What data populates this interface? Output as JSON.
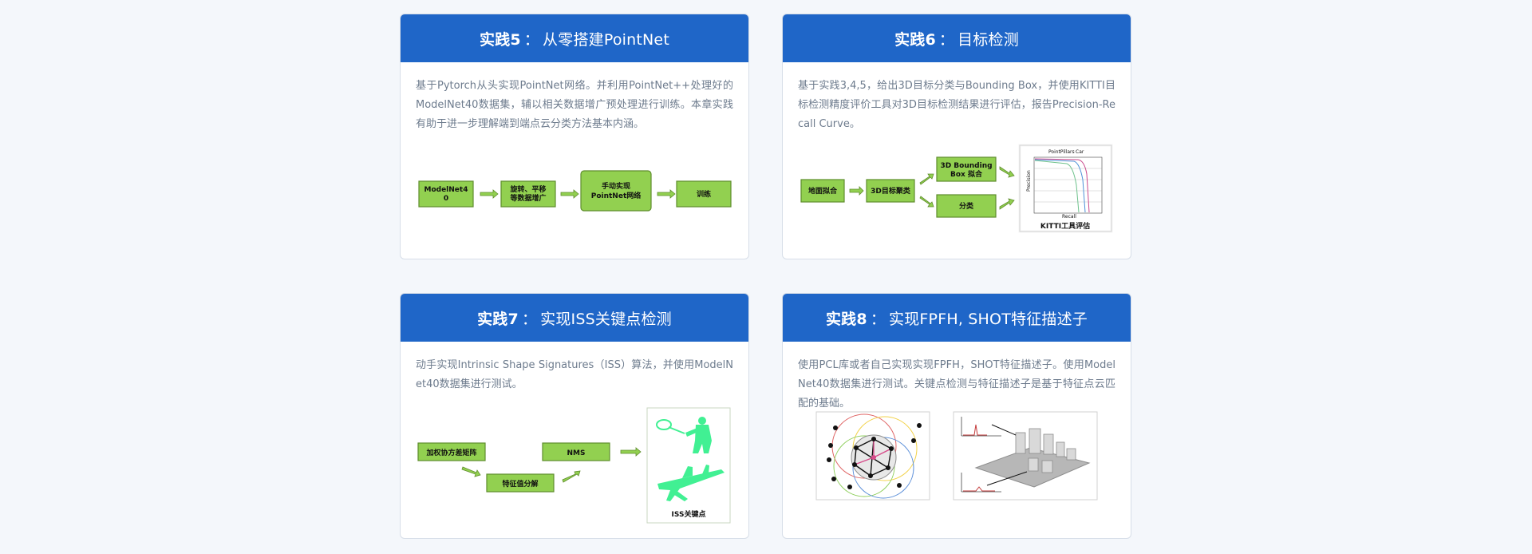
{
  "cards": [
    {
      "tag": "实践5",
      "sep": "：",
      "title": "从零搭建PointNet",
      "desc": "基于Pytorch从头实现PointNet网络。并利用PointNet++处理好的ModelNet40数据集，辅以相关数据增广预处理进行训练。本章实践有助于进一步理解端到端点云分类方法基本内涵。",
      "diagram": {
        "boxes": [
          "ModelNet4",
          "0",
          "旋转、平移",
          "等数据增广",
          "手动实现",
          "PointNet网络",
          "训练"
        ]
      }
    },
    {
      "tag": "实践6",
      "sep": "：",
      "title": "目标检测",
      "desc": "基于实践3,4,5，给出3D目标分类与Bounding Box，并使用KITTI目标检测精度评价工具对3D目标检测结果进行评估，报告Precision-Recall Curve。",
      "diagram": {
        "boxes": [
          "地面拟合",
          "3D目标聚类",
          "3D Bounding",
          "Box 拟合",
          "分类"
        ],
        "kitti_label": "KITTI工具评估",
        "chart_title": "PointPillars",
        "chart_subtitle": "Car",
        "xlabel": "Recall",
        "ylabel": "Precision"
      }
    },
    {
      "tag": "实践7",
      "sep": "：",
      "title": "实现ISS关键点检测",
      "desc": "动手实现Intrinsic Shape Signatures（ISS）算法，并使用ModelNet40数据集进行测试。",
      "diagram": {
        "boxes": [
          "加权协方差矩阵",
          "特征值分解",
          "NMS"
        ],
        "iss_label": "ISS关键点"
      }
    },
    {
      "tag": "实践8",
      "sep": "：",
      "title": "实现FPFH, SHOT特征描述子",
      "desc": "使用PCL库或者自己实现实现FPFH，SHOT特征描述子。使用ModelNet40数据集进行测试。关键点检测与特征描述子是基于特征点云匹配的基础。",
      "diagram": {}
    }
  ]
}
